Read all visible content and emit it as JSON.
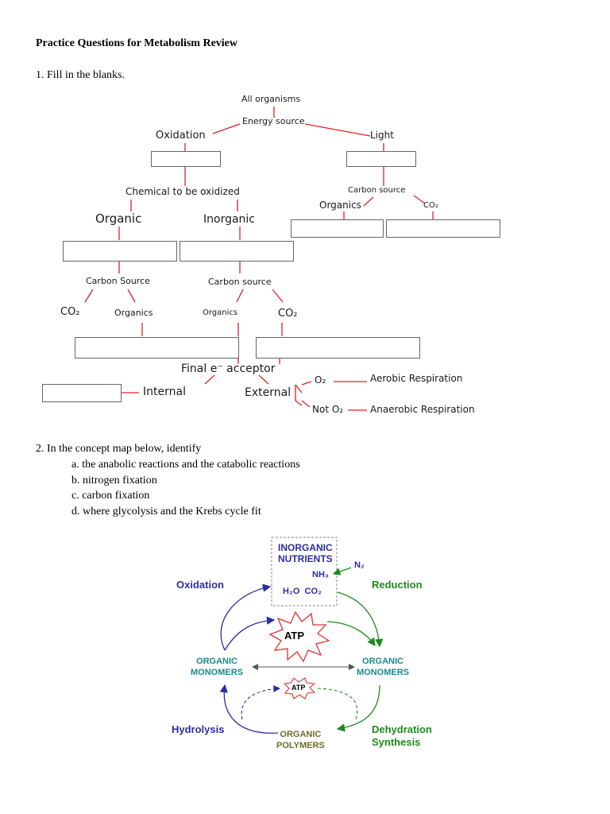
{
  "title": "Practice Questions for Metabolism Review",
  "q1": {
    "label": "1.  Fill in the blanks.",
    "tree": {
      "root": "All organisms",
      "energy": "Energy source",
      "oxidation": "Oxidation",
      "light": "Light",
      "chemical": "Chemical to be oxidized",
      "carbon_source_top": "Carbon source",
      "organics_top": "Organics",
      "co2_top": "CO₂",
      "organic": "Organic",
      "inorganic": "Inorganic",
      "carbon_source_left": "Carbon Source",
      "carbon_source_mid": "Carbon source",
      "co2_left": "CO₂",
      "organics_left": "Organics",
      "organics_mid": "Organics",
      "co2_mid": "CO₂",
      "final_acceptor": "Final e⁻ acceptor",
      "internal": "Internal",
      "external": "External",
      "o2": "O₂",
      "not_o2": "Not O₂",
      "aerobic": "Aerobic Respiration",
      "anaerobic": "Anaerobic Respiration"
    }
  },
  "q2": {
    "label": "2.  In the concept map below, identify",
    "items": [
      "a.  the anabolic reactions and the catabolic reactions",
      "b.  nitrogen fixation",
      "c.  carbon fixation",
      "d.  where glycolysis and the Krebs cycle fit"
    ]
  },
  "concept_map": {
    "inorganic_nutrients": [
      "INORGANIC",
      "NUTRIENTS"
    ],
    "nh3": "NH₃",
    "n2": "N₂",
    "h2o_co2": "H₂O  CO₂",
    "oxidation": "Oxidation",
    "reduction": "Reduction",
    "atp_big": "ATP",
    "atp_small": "ATP",
    "monomers_left": [
      "ORGANIC",
      "MONOMERS"
    ],
    "monomers_right": [
      "ORGANIC",
      "MONOMERS"
    ],
    "hydrolysis": "Hydrolysis",
    "polymers": [
      "ORGANIC",
      "POLYMERS"
    ],
    "dehydration": [
      "Dehydration",
      "Synthesis"
    ],
    "colors": {
      "blue": "#2b2f9e",
      "green": "#1e8a1e",
      "teal": "#1a8a8a",
      "olive": "#6b6b2a",
      "red": "#d33"
    }
  }
}
